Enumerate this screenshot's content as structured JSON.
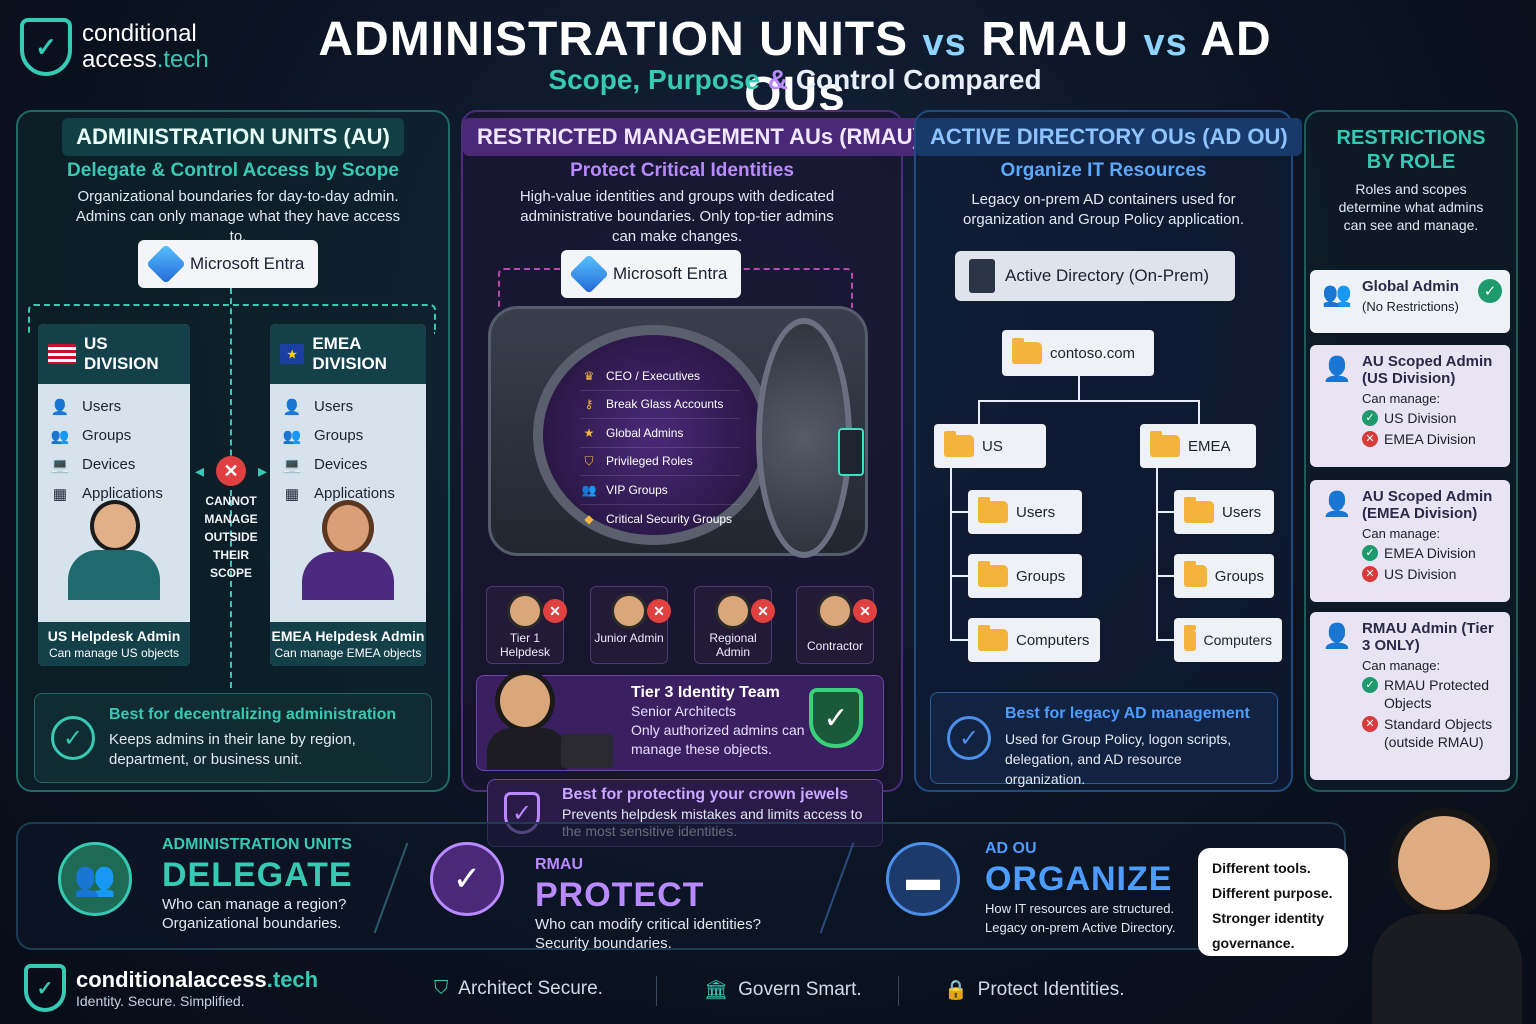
{
  "header": {
    "title_a": "ADMINISTRATION UNITS",
    "vs1": "vs",
    "title_b": "RMAU",
    "vs2": "vs",
    "title_c": "AD OUs",
    "sub_a": "Scope, Purpose",
    "sub_b": "&",
    "sub_c": "Control Compared"
  },
  "brand": {
    "name1": "conditional",
    "name2": "access",
    "name3": ".tech"
  },
  "au": {
    "title": "ADMINISTRATION UNITS (AU)",
    "heading": "Delegate & Control Access by Scope",
    "desc": "Organizational boundaries for day-to-day admin. Admins can only manage what they have access to.",
    "chip": "Microsoft Entra",
    "us": {
      "name": "US DIVISION",
      "items": [
        "Users",
        "Groups",
        "Devices",
        "Applications"
      ],
      "admin": "US Helpdesk Admin",
      "admin_sub": "Can manage US objects"
    },
    "emea": {
      "name": "EMEA DIVISION",
      "items": [
        "Users",
        "Groups",
        "Devices",
        "Applications"
      ],
      "admin": "EMEA Helpdesk Admin",
      "admin_sub": "Can manage EMEA objects"
    },
    "cannot": "CANNOT MANAGE OUTSIDE THEIR SCOPE",
    "best_title": "Best for decentralizing administration",
    "best_desc": "Keeps admins in their lane by region, department, or business unit."
  },
  "rmau": {
    "title": "RESTRICTED MANAGEMENT AUs (RMAU)",
    "heading": "Protect Critical Identities",
    "desc": "High-value identities and groups with dedicated administrative boundaries. Only top-tier admins can make changes.",
    "chip": "Microsoft Entra",
    "vault": [
      "CEO / Executives",
      "Break Glass Accounts",
      "Global Admins",
      "Privileged Roles",
      "VIP Groups",
      "Critical Security Groups"
    ],
    "blocked": [
      "Tier 1 Helpdesk",
      "Junior Admin",
      "Regional Admin",
      "Contractor"
    ],
    "team_title": "Tier 3 Identity Team",
    "team_sub": "Senior Architects",
    "team_desc": "Only authorized admins can manage these objects.",
    "best_title": "Best for protecting your crown jewels",
    "best_desc": "Prevents helpdesk mistakes and limits access to the most sensitive identities."
  },
  "adou": {
    "title": "ACTIVE DIRECTORY OUs (AD OU)",
    "heading": "Organize IT Resources",
    "desc": "Legacy on-prem AD containers used for organization and Group Policy application.",
    "chip": "Active Directory (On-Prem)",
    "root": "contoso.com",
    "us": "US",
    "emea": "EMEA",
    "children": [
      "Users",
      "Groups",
      "Computers"
    ],
    "best_title": "Best for legacy AD management",
    "best_desc": "Used for Group Policy, logon scripts, delegation, and AD resource organization."
  },
  "roles": {
    "title": "RESTRICTIONS BY ROLE",
    "desc": "Roles and scopes determine what admins can see and manage.",
    "global": {
      "name": "Global Admin",
      "sub": "(No Restrictions)"
    },
    "can": "Can manage:",
    "au_us": {
      "name": "AU Scoped Admin (US Division)",
      "ok": "US Division",
      "no": "EMEA Division"
    },
    "au_emea": {
      "name": "AU Scoped Admin (EMEA Division)",
      "ok": "EMEA Division",
      "no": "US Division"
    },
    "rmau": {
      "name": "RMAU Admin (Tier 3 ONLY)",
      "ok": "RMAU Protected Objects",
      "no": "Standard Objects (outside RMAU)"
    }
  },
  "summary": {
    "au": {
      "small": "ADMINISTRATION UNITS",
      "big": "DELEGATE",
      "q1": "Who can manage a region?",
      "q2": "Organizational boundaries."
    },
    "rmau": {
      "small": "RMAU",
      "big": "PROTECT",
      "q1": "Who can modify critical identities?",
      "q2": "Security boundaries."
    },
    "ou": {
      "small": "AD OU",
      "big": "ORGANIZE",
      "q1": "How IT resources are structured.",
      "q2": "Legacy on-prem Active Directory."
    }
  },
  "speech": [
    "Different tools.",
    "Different purpose.",
    "Stronger identity",
    "governance."
  ],
  "footer": {
    "brand1": "conditionalaccess",
    "brand2": ".tech",
    "tagline": "Identity. Secure. Simplified.",
    "t1": "Architect Secure.",
    "t2": "Govern Smart.",
    "t3": "Protect Identities."
  },
  "colors": {
    "teal": "#36c9b4",
    "purple": "#b98aff",
    "blue": "#8fc3ff"
  }
}
